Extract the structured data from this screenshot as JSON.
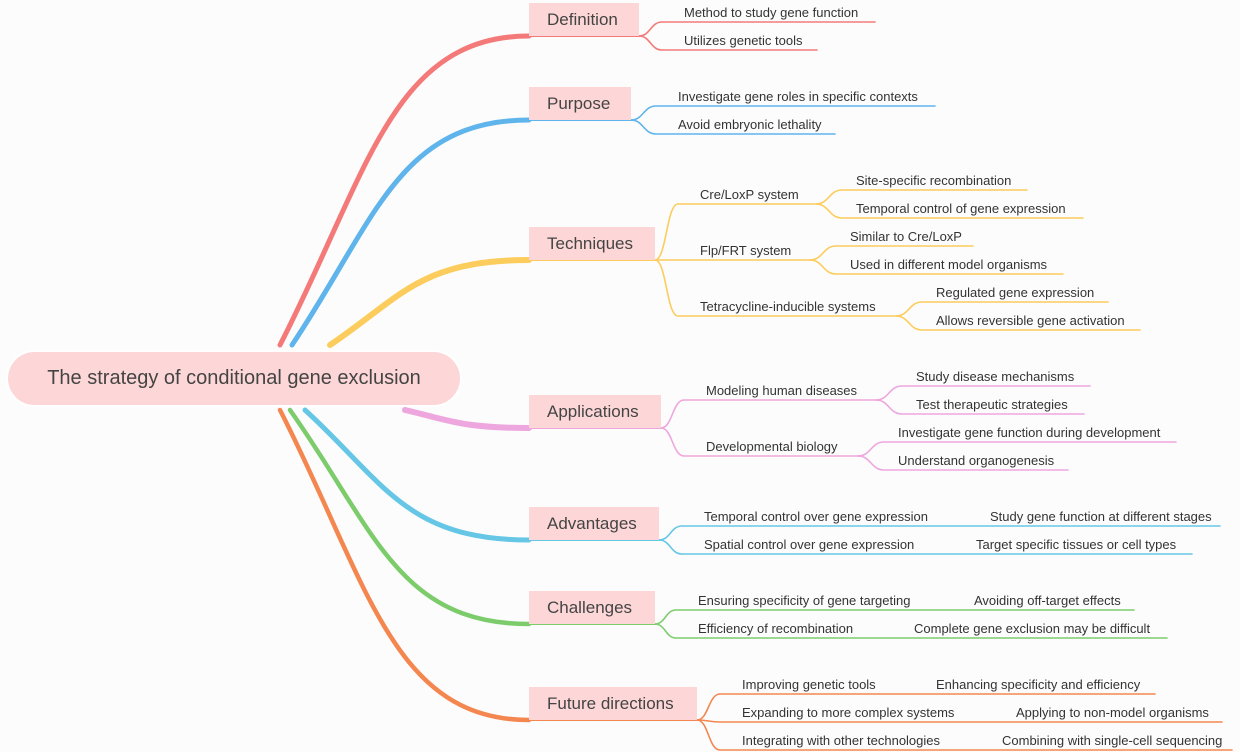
{
  "root": {
    "label": "The strategy of conditional gene exclusion"
  },
  "branches": [
    {
      "label": "Definition",
      "color": "#f47a7a",
      "children": [
        {
          "label": "Method to study gene function"
        },
        {
          "label": "Utilizes genetic tools"
        }
      ]
    },
    {
      "label": "Purpose",
      "color": "#5fb4ec",
      "children": [
        {
          "label": "Investigate gene roles in specific contexts"
        },
        {
          "label": "Avoid embryonic lethality"
        }
      ]
    },
    {
      "label": "Techniques",
      "color": "#fccc5c",
      "children": [
        {
          "label": "Cre/LoxP system",
          "children": [
            {
              "label": "Site-specific recombination"
            },
            {
              "label": "Temporal control of gene expression"
            }
          ]
        },
        {
          "label": "Flp/FRT system",
          "children": [
            {
              "label": "Similar to Cre/LoxP"
            },
            {
              "label": "Used in different model organisms"
            }
          ]
        },
        {
          "label": "Tetracycline-inducible systems",
          "children": [
            {
              "label": "Regulated gene expression"
            },
            {
              "label": "Allows reversible gene activation"
            }
          ]
        }
      ]
    },
    {
      "label": "Applications",
      "color": "#eea6de",
      "children": [
        {
          "label": "Modeling human diseases",
          "children": [
            {
              "label": "Study disease mechanisms"
            },
            {
              "label": "Test therapeutic strategies"
            }
          ]
        },
        {
          "label": "Developmental biology",
          "children": [
            {
              "label": "Investigate gene function during development"
            },
            {
              "label": "Understand organogenesis"
            }
          ]
        }
      ]
    },
    {
      "label": "Advantages",
      "color": "#66c6e6",
      "children": [
        {
          "label": "Temporal control over gene expression",
          "children": [
            {
              "label": "Study gene function at different stages"
            }
          ]
        },
        {
          "label": "Spatial control over gene expression",
          "children": [
            {
              "label": "Target specific tissues or cell types"
            }
          ]
        }
      ]
    },
    {
      "label": "Challenges",
      "color": "#7ccc6c",
      "children": [
        {
          "label": "Ensuring specificity of gene targeting",
          "children": [
            {
              "label": "Avoiding off-target effects"
            }
          ]
        },
        {
          "label": "Efficiency of recombination",
          "children": [
            {
              "label": "Complete gene exclusion may be difficult"
            }
          ]
        }
      ]
    },
    {
      "label": "Future directions",
      "color": "#f4864f",
      "children": [
        {
          "label": "Improving genetic tools",
          "children": [
            {
              "label": "Enhancing specificity and efficiency"
            }
          ]
        },
        {
          "label": "Expanding to more complex systems",
          "children": [
            {
              "label": "Applying to non-model organisms"
            }
          ]
        },
        {
          "label": "Integrating with other technologies",
          "children": [
            {
              "label": "Combining with single-cell sequencing"
            }
          ]
        }
      ]
    }
  ]
}
